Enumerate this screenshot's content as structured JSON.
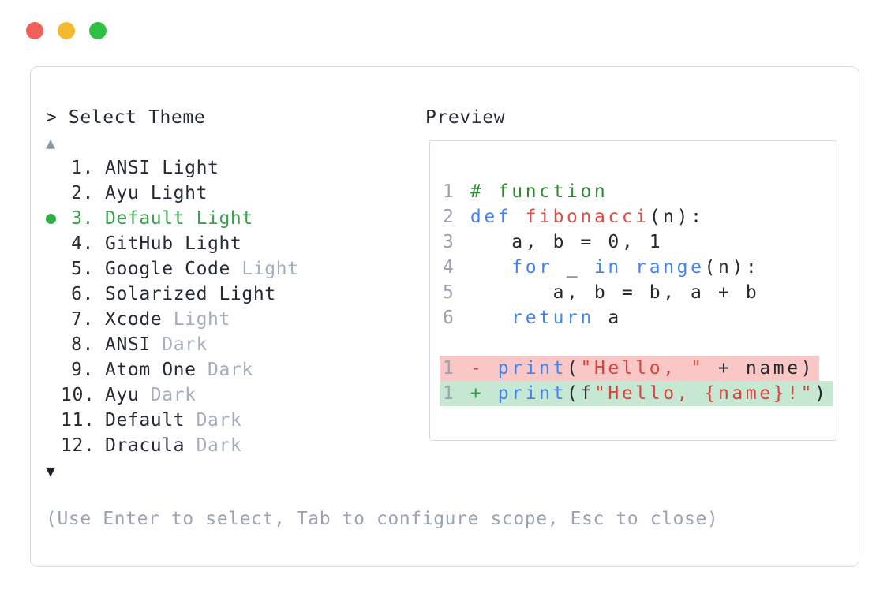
{
  "window": {
    "controls": [
      {
        "name": "close",
        "color": "#f2605a"
      },
      {
        "name": "minimize",
        "color": "#f3ba2e"
      },
      {
        "name": "maximize",
        "color": "#2dc044"
      }
    ]
  },
  "selector": {
    "prompt": "> Select Theme",
    "scroll_up_symbol": "▲",
    "scroll_down_symbol": "▼",
    "items": [
      {
        "num": "1",
        "selected": false,
        "parts": [
          {
            "text": "ANSI Light",
            "style": "normal"
          }
        ]
      },
      {
        "num": "2",
        "selected": false,
        "parts": [
          {
            "text": "Ayu Light",
            "style": "normal"
          }
        ]
      },
      {
        "num": "3",
        "selected": true,
        "parts": [
          {
            "text": "Default Light",
            "style": "selected"
          }
        ]
      },
      {
        "num": "4",
        "selected": false,
        "parts": [
          {
            "text": "GitHub Light",
            "style": "normal"
          }
        ]
      },
      {
        "num": "5",
        "selected": false,
        "parts": [
          {
            "text": "Google Code ",
            "style": "normal"
          },
          {
            "text": "Light",
            "style": "muted"
          }
        ]
      },
      {
        "num": "6",
        "selected": false,
        "parts": [
          {
            "text": "Solarized Light",
            "style": "normal"
          }
        ]
      },
      {
        "num": "7",
        "selected": false,
        "parts": [
          {
            "text": "Xcode ",
            "style": "normal"
          },
          {
            "text": "Light",
            "style": "muted"
          }
        ]
      },
      {
        "num": "8",
        "selected": false,
        "parts": [
          {
            "text": "ANSI ",
            "style": "normal"
          },
          {
            "text": "Dark",
            "style": "muted"
          }
        ]
      },
      {
        "num": "9",
        "selected": false,
        "parts": [
          {
            "text": "Atom One ",
            "style": "normal"
          },
          {
            "text": "Dark",
            "style": "muted"
          }
        ]
      },
      {
        "num": "10",
        "selected": false,
        "parts": [
          {
            "text": "Ayu ",
            "style": "normal"
          },
          {
            "text": "Dark",
            "style": "muted"
          }
        ]
      },
      {
        "num": "11",
        "selected": false,
        "parts": [
          {
            "text": "Default ",
            "style": "normal"
          },
          {
            "text": "Dark",
            "style": "muted"
          }
        ]
      },
      {
        "num": "12",
        "selected": false,
        "parts": [
          {
            "text": "Dracula ",
            "style": "normal"
          },
          {
            "text": "Dark",
            "style": "muted"
          }
        ]
      }
    ],
    "hint": "(Use Enter to select, Tab to configure scope, Esc to close)"
  },
  "preview": {
    "label": "Preview",
    "code_lines": [
      {
        "num": "1",
        "tokens": [
          [
            "# function",
            "com"
          ]
        ]
      },
      {
        "num": "2",
        "tokens": [
          [
            "def",
            "kw"
          ],
          [
            " ",
            "pl"
          ],
          [
            "fibonacci",
            "fn"
          ],
          [
            "(n):",
            "pl"
          ]
        ]
      },
      {
        "num": "3",
        "tokens": [
          [
            "   a, b = 0, 1",
            "pl"
          ]
        ]
      },
      {
        "num": "4",
        "tokens": [
          [
            "   ",
            "pl"
          ],
          [
            "for",
            "kw"
          ],
          [
            " _ ",
            "pl"
          ],
          [
            "in",
            "kw"
          ],
          [
            " ",
            "pl"
          ],
          [
            "range",
            "kw"
          ],
          [
            "(n):",
            "pl"
          ]
        ]
      },
      {
        "num": "5",
        "tokens": [
          [
            "      a, b = b, a + b",
            "pl"
          ]
        ]
      },
      {
        "num": "6",
        "tokens": [
          [
            "   ",
            "pl"
          ],
          [
            "return",
            "kw"
          ],
          [
            " a",
            "pl"
          ]
        ]
      }
    ],
    "diff_lines": [
      {
        "num": "1",
        "sign": "-",
        "kind": "removed",
        "tokens": [
          [
            "print",
            "kw"
          ],
          [
            "(",
            "pl"
          ],
          [
            "\"Hello, \"",
            "str"
          ],
          [
            " + name)",
            "pl"
          ]
        ]
      },
      {
        "num": "1",
        "sign": "+",
        "kind": "added",
        "tokens": [
          [
            "print",
            "kw"
          ],
          [
            "(f",
            "pl"
          ],
          [
            "\"Hello, {name}!\"",
            "str"
          ],
          [
            ")",
            "pl"
          ]
        ]
      }
    ]
  },
  "colors": {
    "accent_green": "#3aa24d",
    "selected_dot": "#2fae46",
    "muted_text": "#a6aebd",
    "primary_text": "#262b33",
    "hint_text": "#9aa4b4",
    "scroll_up_arrow": "#8c98ab",
    "scroll_down_arrow": "#1e222b",
    "code_plain": "#24292e",
    "code_keyword": "#4184f3",
    "code_function": "#dc4f48",
    "code_string": "#d5443e",
    "code_comment": "#2f8b32",
    "line_number": "#9aa2b1",
    "diff_removed_bg": "#f9c7c6",
    "diff_added_bg": "#c6e8d2",
    "diff_minus": "#d2403e",
    "diff_plus": "#2c9e45",
    "panel_border": "#d9dde3",
    "preview_border": "#d6dade"
  }
}
